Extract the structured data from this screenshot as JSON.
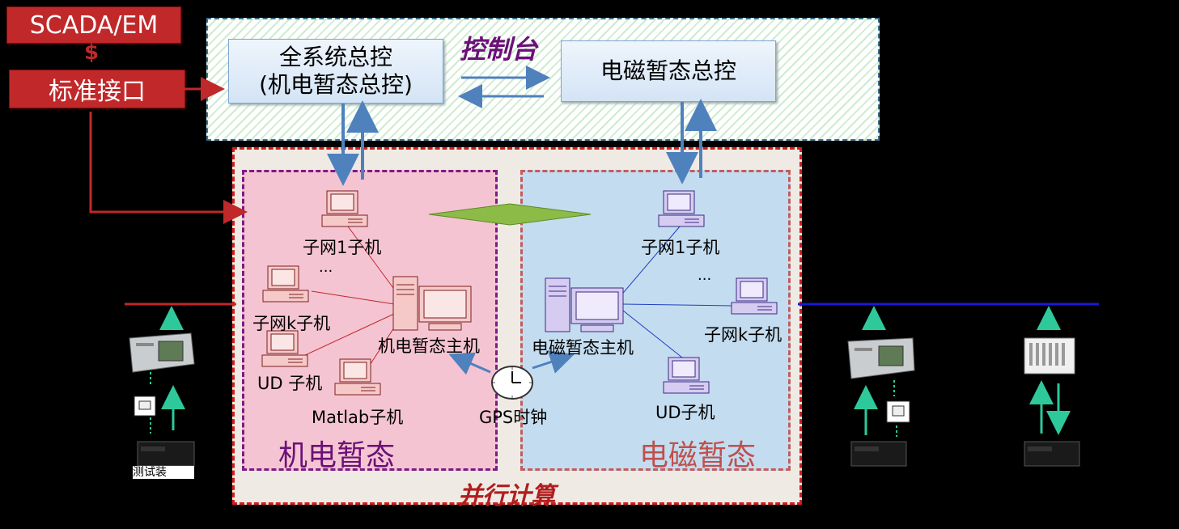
{
  "scada": {
    "label": "SCADA/EM",
    "separator": "$"
  },
  "std_interface": {
    "label": "标准接口"
  },
  "console": {
    "title": "控制台",
    "left_box": {
      "line1": "全系统总控",
      "line2": "(机电暂态总控)"
    },
    "right_box": {
      "label": "电磁暂态总控"
    }
  },
  "parallel": {
    "title": "并行计算"
  },
  "electromechanical": {
    "title": "机电暂态",
    "host": "机电暂态主机",
    "nodes": {
      "sub1": "子网1子机",
      "ellipsis": "...",
      "subk": "子网k子机",
      "ud": "UD 子机",
      "matlab": "Matlab子机"
    }
  },
  "electromagnetic": {
    "title": "电磁暂态",
    "host": "电磁暂态主机",
    "nodes": {
      "sub1": "子网1子机",
      "ellipsis": "...",
      "subk": "子网k子机",
      "ud": "UD子机"
    }
  },
  "gps": {
    "label": "GPS时钟"
  },
  "left_device": {
    "label": "测试装"
  },
  "colors": {
    "red": "#c0282a",
    "console_border": "#3d6f8c",
    "em_title": "#6b1177",
    "emt_title": "#c0504d",
    "parallel_title": "#b01e1e",
    "arrow_blue": "#4f81bd",
    "arrow_green": "#2ec99a"
  }
}
